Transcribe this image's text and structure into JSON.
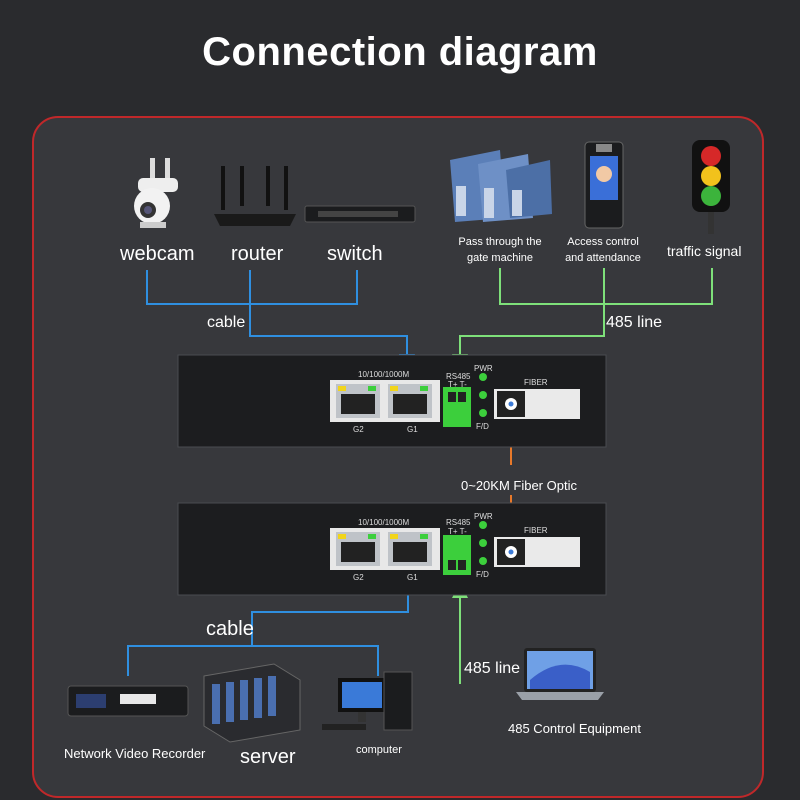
{
  "title": "Connection diagram",
  "top_devices": {
    "webcam": "webcam",
    "router": "router",
    "switch": "switch",
    "gate": "Pass through the gate machine",
    "access": "Access control and attendance",
    "traffic": "traffic signal"
  },
  "links": {
    "cable_top": "cable",
    "line_top": "485 line",
    "fiber": "0~20KM Fiber Optic",
    "cable_bottom": "cable",
    "line_bottom": "485 line"
  },
  "converter": {
    "port_speed": "10/100/1000M",
    "rs485": "RS485",
    "terminals": "T+ T-",
    "pwr": "PWR",
    "fd": "F/D",
    "fiber": "FIBER",
    "g2": "G2",
    "g1": "G1"
  },
  "bottom_devices": {
    "nvr": "Network Video Recorder",
    "server": "server",
    "computer": "computer",
    "control": "485 Control Equipment"
  },
  "colors": {
    "cable": "#2f8fe0",
    "rs485_line": "#7ee07a",
    "fiber": "#e8792a",
    "frame": "#c0282a"
  }
}
